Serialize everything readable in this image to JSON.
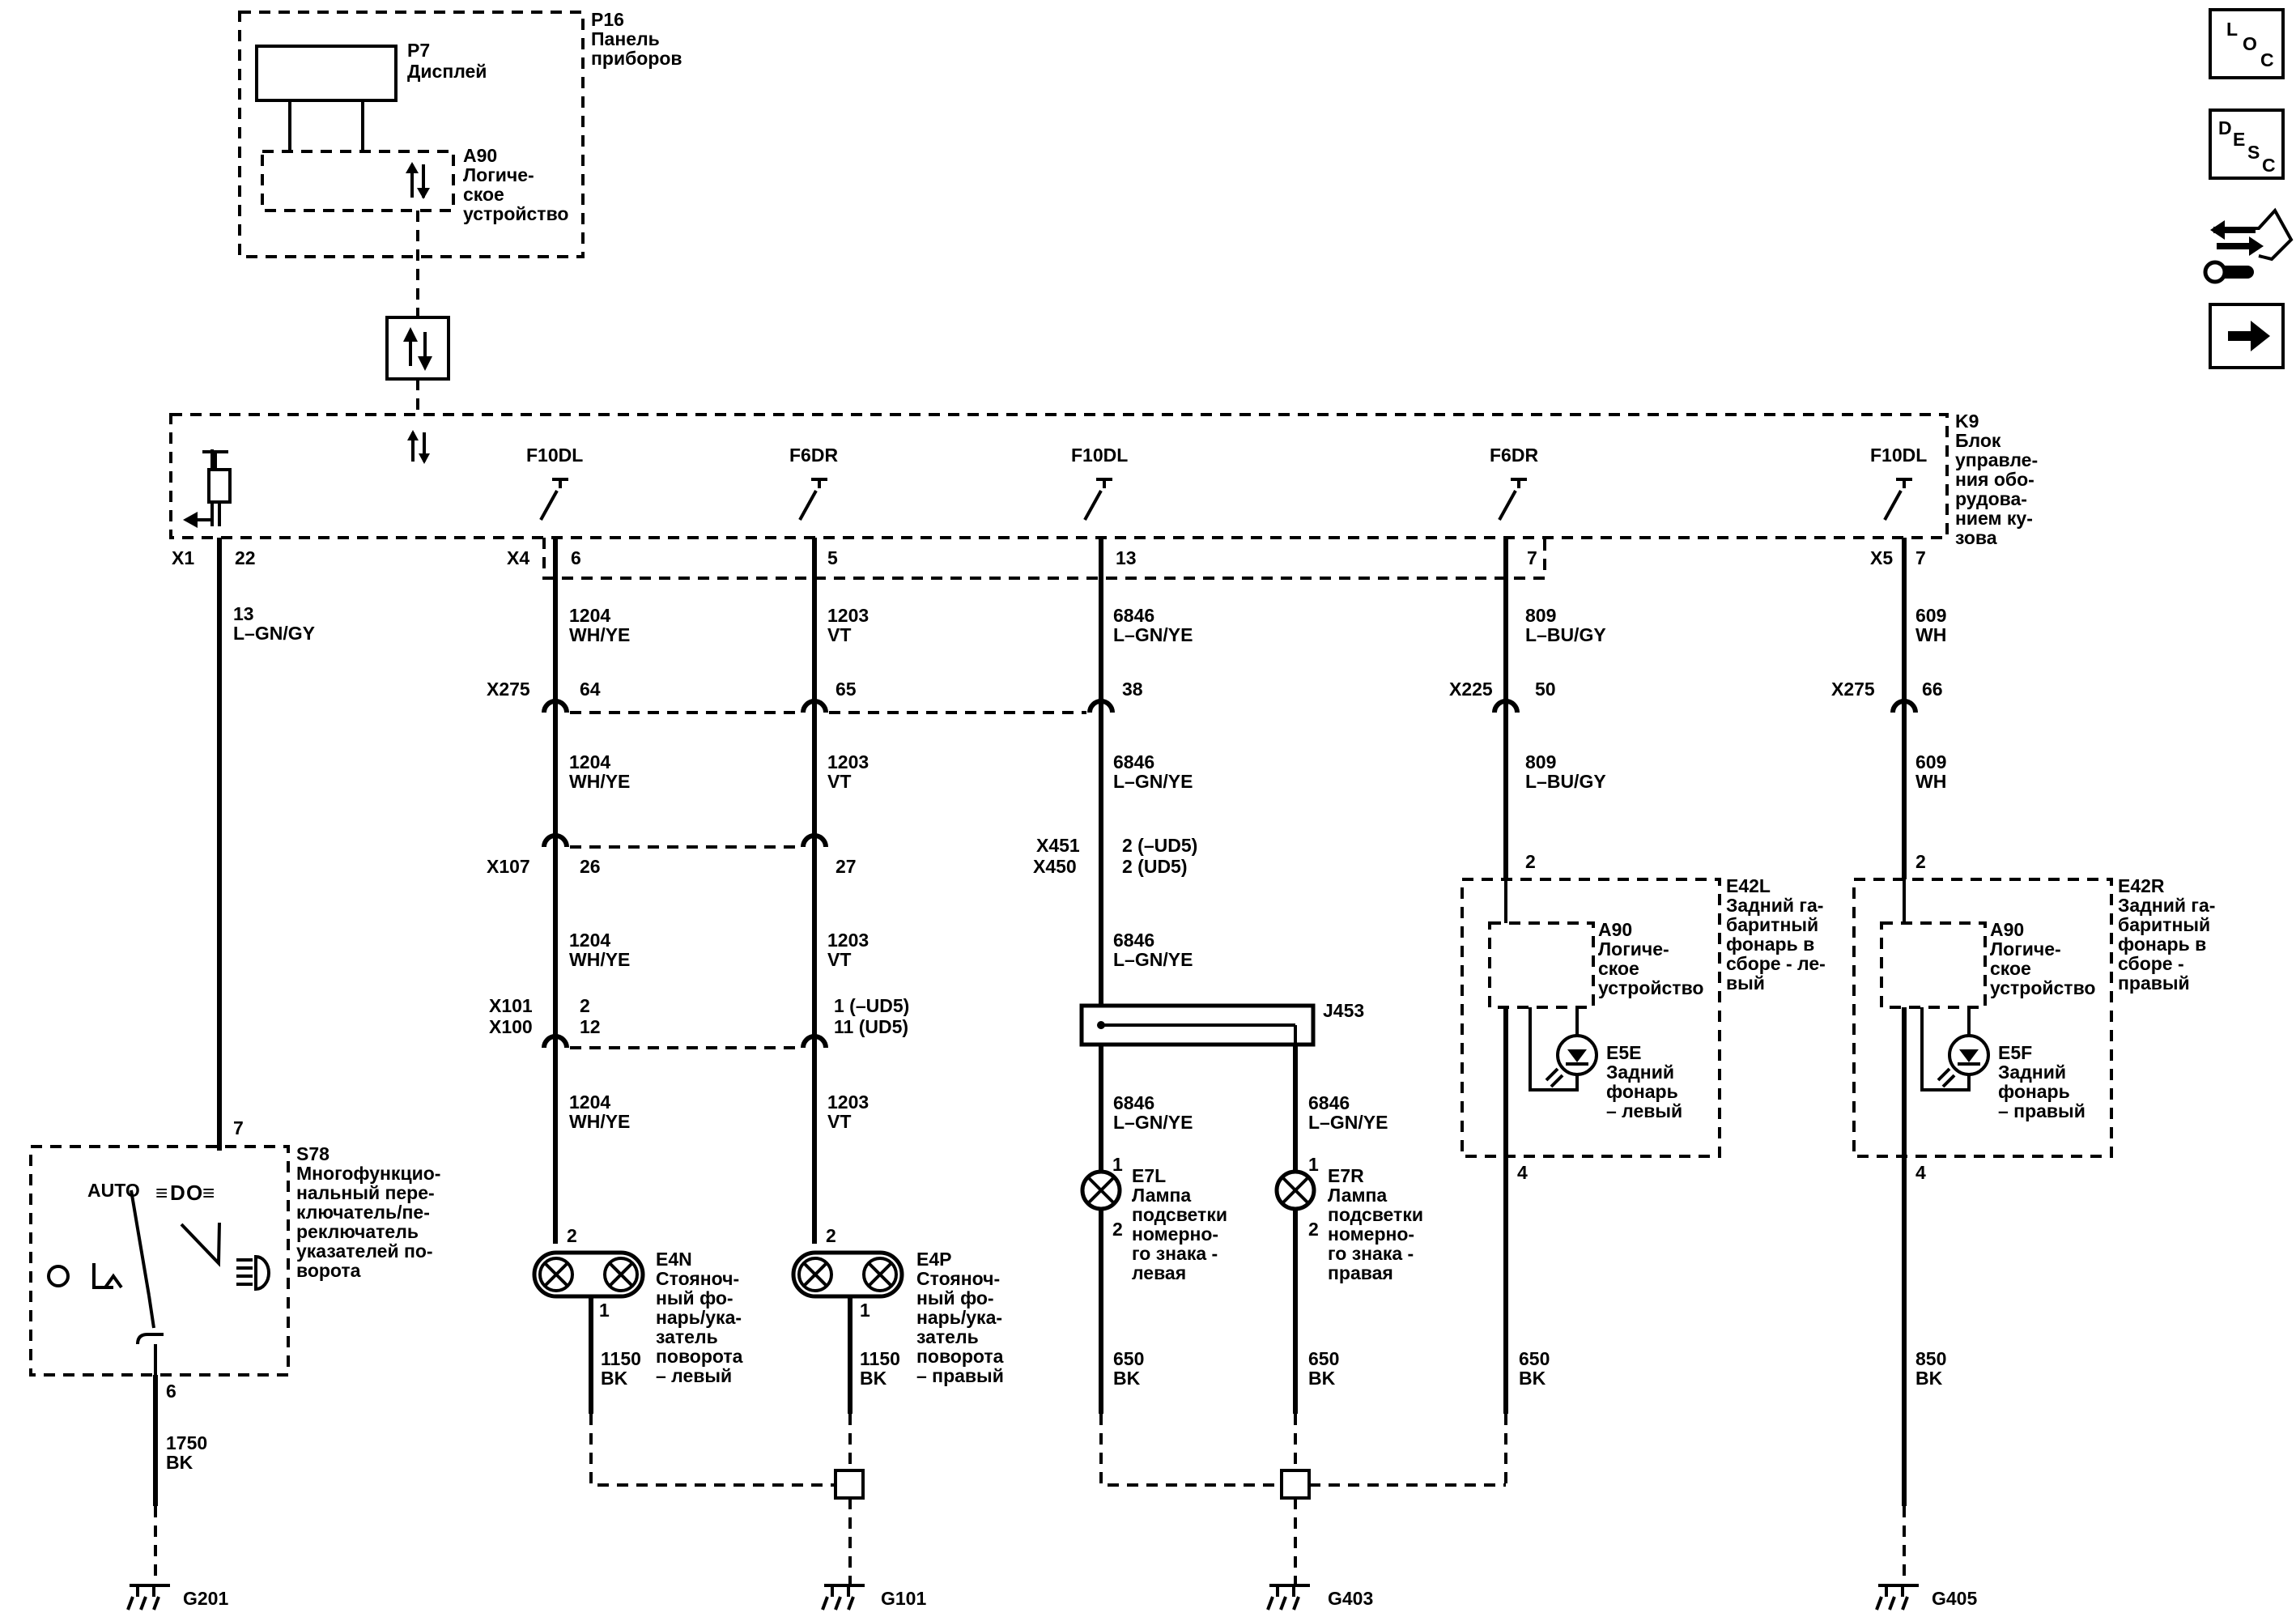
{
  "modules": {
    "p16": {
      "id": "P16",
      "name": [
        "Панель",
        "приборов"
      ]
    },
    "p7": {
      "id": "P7",
      "name": "Дисплей"
    },
    "a90_top": {
      "id": "A90",
      "name": [
        "Логиче-",
        "ское",
        "устройство"
      ]
    },
    "k9": {
      "id": "K9",
      "name": [
        "Блок",
        "управле-",
        "ния обо-",
        "рудова-",
        "нием ку-",
        "зова"
      ]
    },
    "s78": {
      "id": "S78",
      "name": [
        "Многофункцио-",
        "нальный пере-",
        "ключатель/пе-",
        "реключатель",
        "указателей по-",
        "ворота"
      ],
      "auto": "AUTO"
    },
    "e42l": {
      "id": "E42L",
      "name": [
        "Задний га-",
        "баритный",
        "фонарь в",
        "сборе - ле-",
        "вый"
      ]
    },
    "e42r": {
      "id": "E42R",
      "name": [
        "Задний га-",
        "баритный",
        "фонарь в",
        "сборе -",
        "правый"
      ]
    },
    "a90_l": {
      "id": "A90",
      "name": [
        "Логиче-",
        "ское",
        "устройство"
      ]
    },
    "a90_r": {
      "id": "A90",
      "name": [
        "Логиче-",
        "ское",
        "устройство"
      ]
    },
    "e5e": {
      "id": "E5E",
      "name": [
        "Задний",
        "фонарь",
        "– левый"
      ]
    },
    "e5f": {
      "id": "E5F",
      "name": [
        "Задний",
        "фонарь",
        "– правый"
      ]
    },
    "e4n": {
      "id": "E4N",
      "name": [
        "Стояноч-",
        "ный фо-",
        "нарь/ука-",
        "затель",
        "поворота",
        "– левый"
      ]
    },
    "e4p": {
      "id": "E4P",
      "name": [
        "Стояноч-",
        "ный фо-",
        "нарь/ука-",
        "затель",
        "поворота",
        "– правый"
      ]
    },
    "e7l": {
      "id": "E7L",
      "name": [
        "Лампа",
        "подсветки",
        "номерно-",
        "го знака -",
        "левая"
      ]
    },
    "e7r": {
      "id": "E7R",
      "name": [
        "Лампа",
        "подсветки",
        "номерно-",
        "го знака -",
        "правая"
      ]
    },
    "j453": {
      "id": "J453"
    }
  },
  "drivers": [
    "F10DL",
    "F6DR",
    "F10DL",
    "F6DR",
    "F10DL"
  ],
  "connectors": {
    "x1": "X1",
    "x1_pin": "22",
    "x4": "X4",
    "x4_pins": [
      "6",
      "5",
      "13",
      "7"
    ],
    "x5": "X5",
    "x5_pin": "7",
    "x275": "X275",
    "x275_pins": [
      "64",
      "65",
      "38"
    ],
    "x225": "X225",
    "x225_pin": "50",
    "x275b": "X275",
    "x275b_pin": "66",
    "x107": "X107",
    "x107_pins": [
      "26",
      "27"
    ],
    "x451": "X451",
    "x450": "X450",
    "x451_pin": "2 (–UD5)",
    "x450_pin": "2 (UD5)",
    "x101": "X101",
    "x100": "X100",
    "x101_pins": [
      "2",
      "1 (–UD5)"
    ],
    "x100_pins": [
      "12",
      "11 (UD5)"
    ],
    "s78_pin_top": "7",
    "s78_pin_bottom": "6",
    "e42_pin_top": "2",
    "e42_pin_bottom": "4",
    "lamp_pin_in": "2",
    "lamp_pin_out": "1",
    "plate_pin_in": "1",
    "plate_pin_out": "2"
  },
  "wires": {
    "w13": [
      "13",
      "L–GN/GY"
    ],
    "w1204": [
      "1204",
      "WH/YE"
    ],
    "w1203": [
      "1203",
      "VT"
    ],
    "w6846": [
      "6846",
      "L–GN/YE"
    ],
    "w809": [
      "809",
      "L–BU/GY"
    ],
    "w609": [
      "609",
      "WH"
    ],
    "w1750": [
      "1750",
      "BK"
    ],
    "w1150": [
      "1150",
      "BK"
    ],
    "w650": [
      "650",
      "BK"
    ],
    "w850": [
      "850",
      "BK"
    ]
  },
  "grounds": [
    "G201",
    "G101",
    "G403",
    "G405"
  ],
  "nav": {
    "loc": [
      "L",
      "O",
      "C"
    ],
    "desc": [
      "D",
      "E",
      "S",
      "C"
    ],
    "service_icon": "wrench-hand-icon",
    "next_icon": "arrow-right-icon"
  }
}
